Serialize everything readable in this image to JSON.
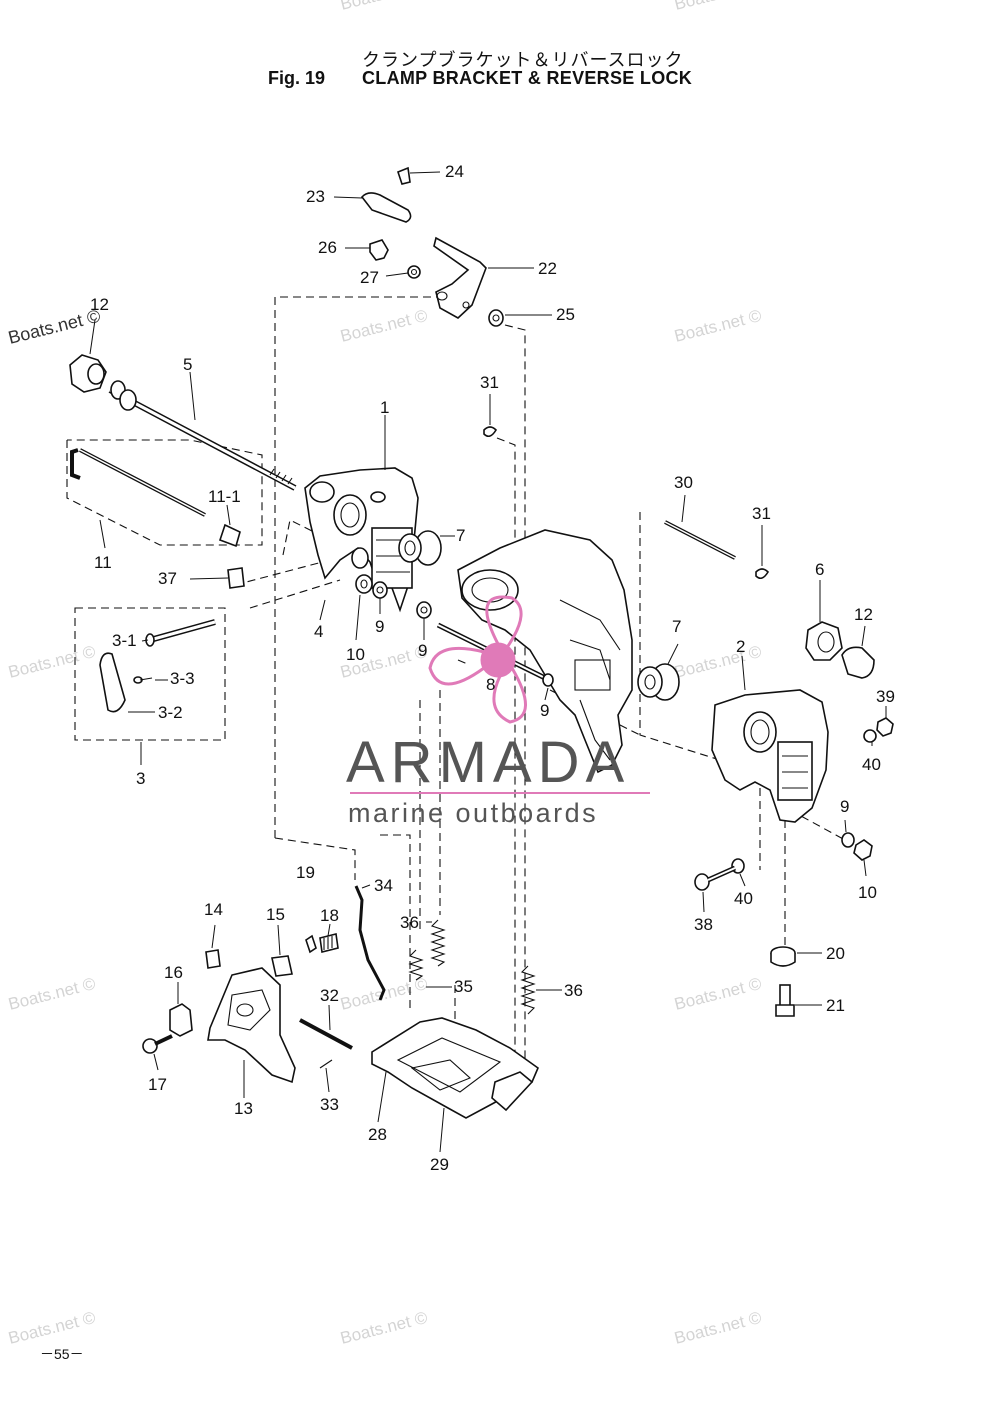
{
  "header": {
    "title_jp": "クランプブラケット＆リバースロック",
    "fig_label": "Fig. 19",
    "title_en": "CLAMP BRACKET & REVERSE LOCK"
  },
  "logo": {
    "name": "ARMADA",
    "tagline": "marine outboards",
    "colors": {
      "text": "#555555",
      "propeller": "#e07ab8",
      "rule": "#e07ab8"
    }
  },
  "watermark": {
    "text": "Boats.net ©"
  },
  "footer": {
    "page": "－55－"
  },
  "labels": {
    "p1": "1",
    "p2": "2",
    "p3": "3",
    "p3_1": "3-1",
    "p3_2": "3-2",
    "p3_3": "3-3",
    "p4": "4",
    "p5": "5",
    "p6": "6",
    "p7a": "7",
    "p7b": "7",
    "p8": "8",
    "p9a": "9",
    "p9b": "9",
    "p9c": "9",
    "p9d": "9",
    "p10a": "10",
    "p10b": "10",
    "p11": "11",
    "p11_1": "11-1",
    "p12a": "12",
    "p12b": "12",
    "p13": "13",
    "p14": "14",
    "p15": "15",
    "p16": "16",
    "p17": "17",
    "p18": "18",
    "p19": "19",
    "p20": "20",
    "p21": "21",
    "p22": "22",
    "p23": "23",
    "p24": "24",
    "p25": "25",
    "p26": "26",
    "p27": "27",
    "p28": "28",
    "p29": "29",
    "p30": "30",
    "p31a": "31",
    "p31b": "31",
    "p32": "32",
    "p33": "33",
    "p34": "34",
    "p35": "35",
    "p36a": "36",
    "p36b": "36",
    "p37": "37",
    "p38": "38",
    "p39": "39",
    "p40a": "40",
    "p40b": "40"
  }
}
